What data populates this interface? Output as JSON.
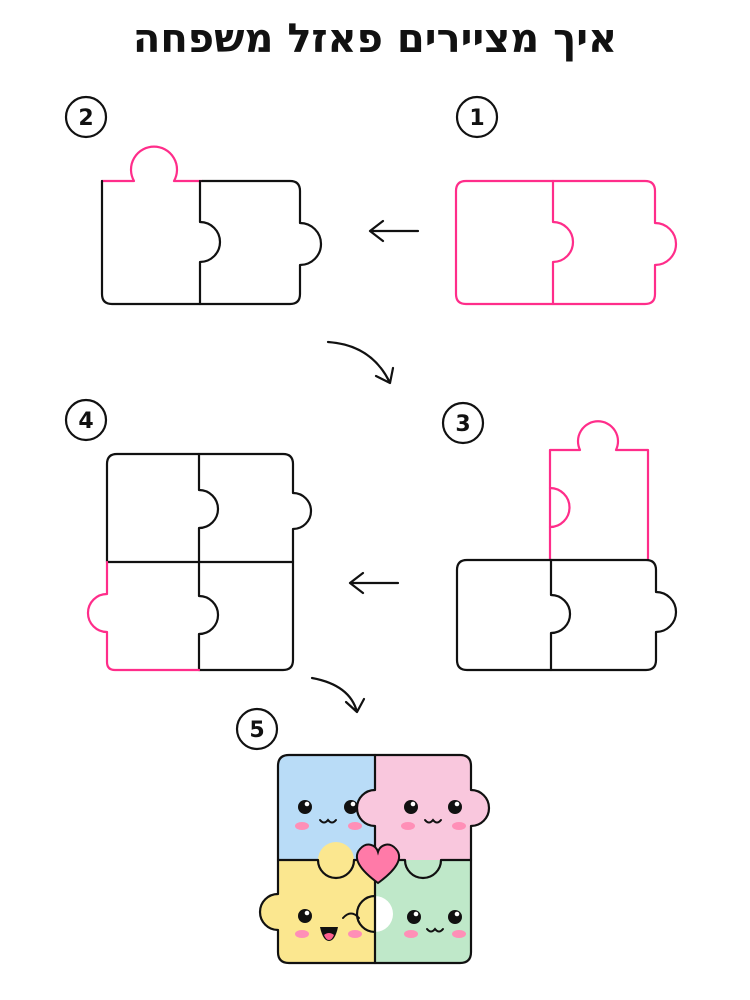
{
  "title": "איך מציירים פאזל משפחה",
  "steps": [
    {
      "number": "1"
    },
    {
      "number": "2"
    },
    {
      "number": "3"
    },
    {
      "number": "4"
    },
    {
      "number": "5"
    }
  ],
  "colors": {
    "highlight_stroke": "#ff2d8a",
    "outline": "#111111",
    "piece_blue": "#b9dcf7",
    "piece_pink": "#f9c7dd",
    "piece_yellow": "#fbe78f",
    "piece_green": "#bfe8c9",
    "heart": "#ff7aa8",
    "cheek": "#ff8fb7"
  }
}
